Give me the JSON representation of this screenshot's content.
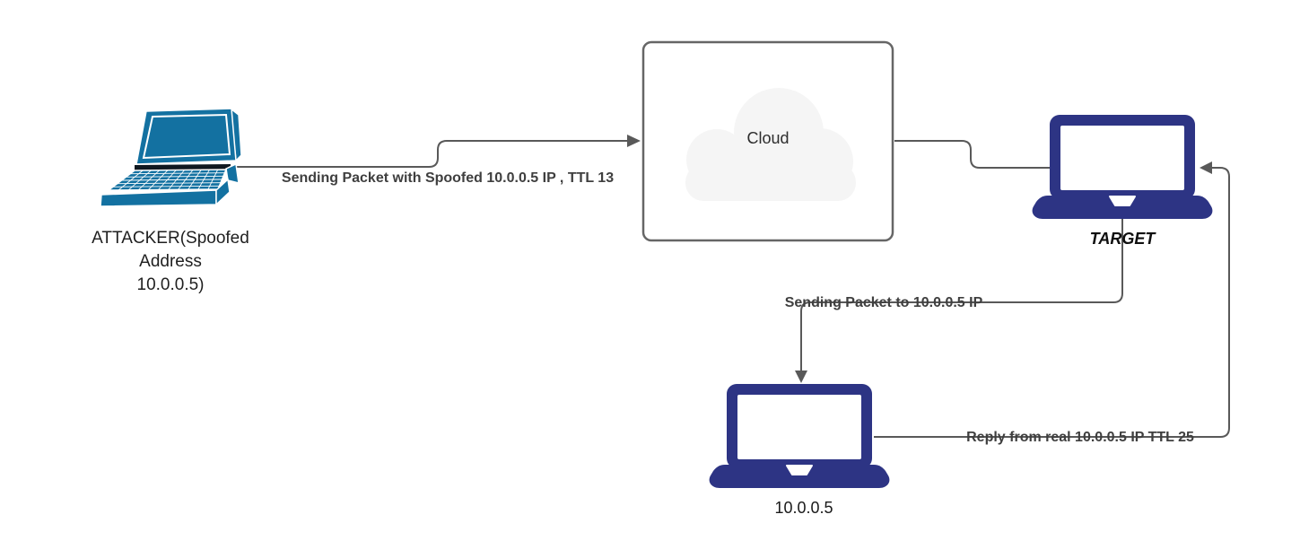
{
  "page": {
    "background": "#ffffff"
  },
  "colors": {
    "connector": "#595959",
    "laptop_navy": "#2d3484",
    "laptop_teal": "#1371a1",
    "cloud_box_border": "#666666",
    "cloud_fill": "#f5f5f5",
    "edge_label_color": "#3f3f3f"
  },
  "nodes": {
    "attacker": {
      "icon": "laptop-3d-icon",
      "label_lines": [
        "ATTACKER(Spoofed",
        "Address",
        "10.0.0.5)"
      ]
    },
    "cloud": {
      "icon": "cloud-icon",
      "label": "Cloud"
    },
    "target": {
      "icon": "laptop-icon",
      "label": "TARGET"
    },
    "real_host": {
      "icon": "laptop-icon",
      "label": "10.0.0.5"
    }
  },
  "edges": {
    "attacker_to_cloud": {
      "from": "attacker",
      "to": "cloud",
      "label": "Sending Packet with Spoofed 10.0.0.5 IP , TTL 13"
    },
    "cloud_to_target": {
      "from": "cloud",
      "to": "target",
      "label": ""
    },
    "target_to_real_host": {
      "from": "target",
      "to": "real_host",
      "label": "Sending Packet to 10.0.0.5 IP"
    },
    "real_host_to_target": {
      "from": "real_host",
      "to": "target",
      "label": "Reply from real 10.0.0.5 IP TTL 25"
    }
  }
}
